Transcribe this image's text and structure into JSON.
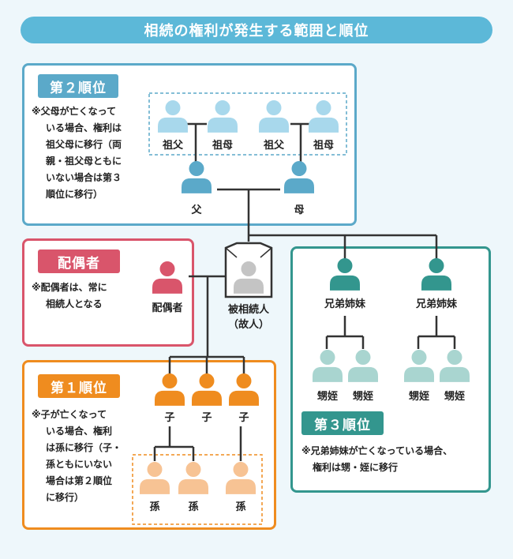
{
  "title": "相続の権利が発生する範囲と順位",
  "second": {
    "label": "第２順位",
    "note_lines": [
      "※父母が亡くなって",
      "いる場合、権利は",
      "祖父母に移行（両",
      "親・祖父母ともに",
      "いない場合は第３",
      "順位に移行）"
    ],
    "grandfather1": "祖父",
    "grandmother1": "祖母",
    "grandfather2": "祖父",
    "grandmother2": "祖母",
    "father": "父",
    "mother": "母"
  },
  "spouse": {
    "label": "配偶者",
    "note_lines": [
      "※配偶者は、常に",
      "相続人となる"
    ],
    "person": "配偶者"
  },
  "deceased": {
    "line1": "被相続人",
    "line2": "（故人）"
  },
  "first": {
    "label": "第１順位",
    "note_lines": [
      "※子が亡くなって",
      "いる場合、権利",
      "は孫に移行（子・",
      "孫ともにいない",
      "場合は第２順位",
      "に移行）"
    ],
    "child1": "子",
    "child2": "子",
    "child3": "子",
    "grandchild1": "孫",
    "grandchild2": "孫",
    "grandchild3": "孫"
  },
  "third": {
    "label": "第３順位",
    "note_lines": [
      "※兄弟姉妹が亡くなっている場合、",
      "権利は甥・姪に移行"
    ],
    "sibling1": "兄弟姉妹",
    "sibling2": "兄弟姉妹",
    "nephew1": "甥姪",
    "nephew2": "甥姪",
    "nephew3": "甥姪",
    "nephew4": "甥姪"
  },
  "colors": {
    "title": "#5cb8d8",
    "second": "#5ba9c9",
    "second_light": "#a8d8ec",
    "spouse": "#d9556b",
    "deceased": "#c4c4c4",
    "first": "#ef8c1f",
    "first_light": "#f7c394",
    "third": "#33968e",
    "third_light": "#a9d5d0",
    "line": "#333333"
  }
}
